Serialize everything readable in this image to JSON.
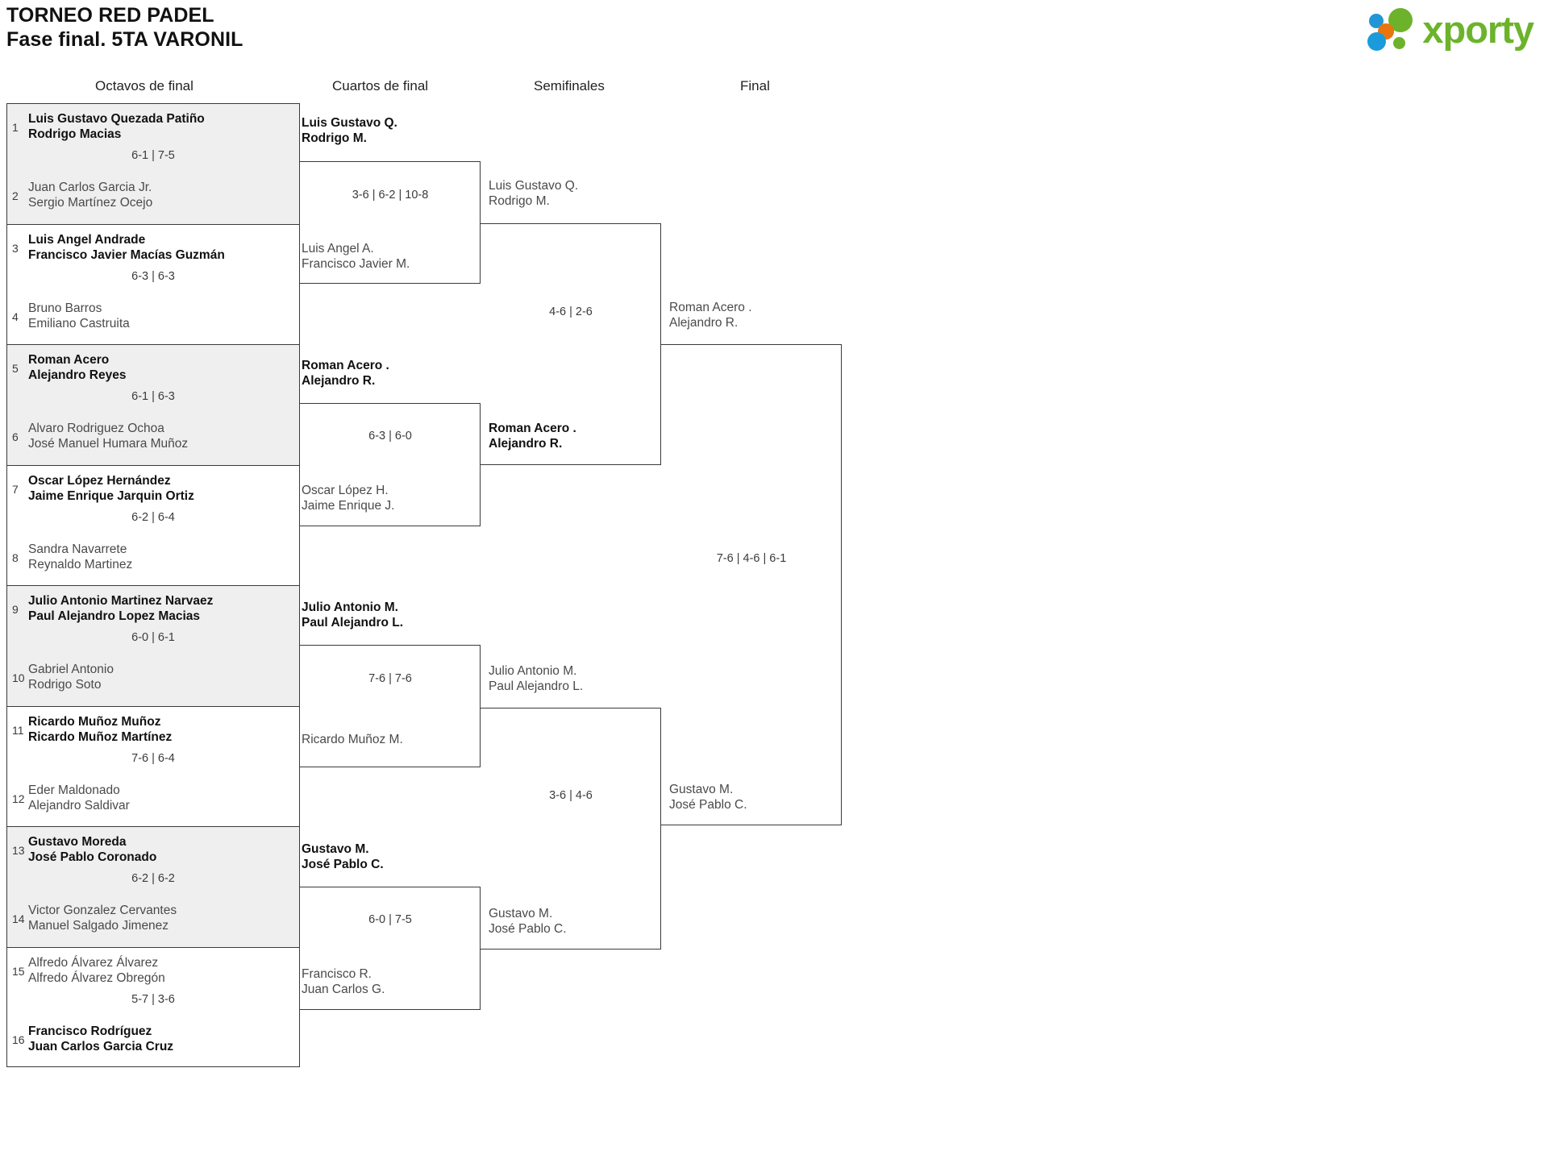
{
  "header": {
    "title_line1": "TORNEO RED PADEL",
    "title_line2": "Fase final. 5TA VARONIL",
    "logo_text": "xporty"
  },
  "rounds": [
    {
      "label": "Octavos de final"
    },
    {
      "label": "Cuartos de final"
    },
    {
      "label": "Semifinales"
    },
    {
      "label": "Final"
    }
  ],
  "round1": [
    {
      "shaded": true,
      "top": {
        "seed": "1",
        "p1": "Luis Gustavo Quezada Patiño",
        "p2": "Rodrigo Macias",
        "winner": true
      },
      "bottom": {
        "seed": "2",
        "p1": "Juan Carlos Garcia Jr.",
        "p2": "Sergio Martínez Ocejo",
        "winner": false
      },
      "score": "6-1 | 7-5"
    },
    {
      "shaded": false,
      "top": {
        "seed": "3",
        "p1": "Luis Angel Andrade",
        "p2": "Francisco Javier Macías Guzmán",
        "winner": true
      },
      "bottom": {
        "seed": "4",
        "p1": "Bruno Barros",
        "p2": "Emiliano Castruita",
        "winner": false
      },
      "score": "6-3 | 6-3"
    },
    {
      "shaded": true,
      "top": {
        "seed": "5",
        "p1": "Roman Acero",
        "p2": "Alejandro Reyes",
        "winner": true
      },
      "bottom": {
        "seed": "6",
        "p1": "Alvaro Rodriguez Ochoa",
        "p2": "José Manuel Humara Muñoz",
        "winner": false
      },
      "score": "6-1 | 6-3"
    },
    {
      "shaded": false,
      "top": {
        "seed": "7",
        "p1": "Oscar López Hernández",
        "p2": "Jaime Enrique Jarquin Ortiz",
        "winner": true
      },
      "bottom": {
        "seed": "8",
        "p1": "Sandra Navarrete",
        "p2": "Reynaldo Martinez",
        "winner": false
      },
      "score": "6-2 | 6-4"
    },
    {
      "shaded": true,
      "top": {
        "seed": "9",
        "p1": "Julio Antonio Martinez Narvaez",
        "p2": "Paul Alejandro Lopez Macias",
        "winner": true
      },
      "bottom": {
        "seed": "10",
        "p1": "Gabriel Antonio",
        "p2": "Rodrigo Soto",
        "winner": false
      },
      "score": "6-0 | 6-1"
    },
    {
      "shaded": false,
      "top": {
        "seed": "11",
        "p1": "Ricardo Muñoz Muñoz",
        "p2": "Ricardo Muñoz Martínez",
        "winner": true
      },
      "bottom": {
        "seed": "12",
        "p1": "Eder Maldonado",
        "p2": "Alejandro Saldivar",
        "winner": false
      },
      "score": "7-6 | 6-4"
    },
    {
      "shaded": true,
      "top": {
        "seed": "13",
        "p1": "Gustavo Moreda",
        "p2": "José Pablo Coronado",
        "winner": true
      },
      "bottom": {
        "seed": "14",
        "p1": "Victor Gonzalez Cervantes",
        "p2": "Manuel Salgado Jimenez",
        "winner": false
      },
      "score": "6-2 | 6-2"
    },
    {
      "shaded": false,
      "top": {
        "seed": "15",
        "p1": "Alfredo Álvarez Álvarez",
        "p2": "Alfredo Álvarez Obregón",
        "winner": false
      },
      "bottom": {
        "seed": "16",
        "p1": "Francisco Rodríguez",
        "p2": "Juan Carlos Garcia Cruz",
        "winner": true
      },
      "score": "5-7 | 3-6"
    }
  ],
  "round2": [
    {
      "top": {
        "p1": "Luis Gustavo Q.",
        "p2": "Rodrigo M.",
        "winner": true
      },
      "bottom": {
        "p1": "Luis Angel A.",
        "p2": "Francisco Javier M.",
        "winner": false
      },
      "score": "3-6 | 6-2 | 10-8"
    },
    {
      "top": {
        "p1": "Roman Acero .",
        "p2": "Alejandro R.",
        "winner": true
      },
      "bottom": {
        "p1": "Oscar López H.",
        "p2": "Jaime Enrique J.",
        "winner": false
      },
      "score": "6-3 | 6-0"
    },
    {
      "top": {
        "p1": "Julio Antonio M.",
        "p2": "Paul Alejandro L.",
        "winner": true
      },
      "bottom": {
        "p1": "Ricardo Muñoz M.",
        "p2": "",
        "winner": false
      },
      "score": "7-6 | 7-6"
    },
    {
      "top": {
        "p1": "Gustavo M.",
        "p2": "José Pablo C.",
        "winner": true
      },
      "bottom": {
        "p1": "Francisco R.",
        "p2": "Juan Carlos G.",
        "winner": false
      },
      "score": "6-0 | 7-5"
    }
  ],
  "round3": [
    {
      "top": {
        "p1": "Luis Gustavo Q.",
        "p2": "Rodrigo M.",
        "winner": false
      },
      "bottom": {
        "p1": "Roman Acero .",
        "p2": "Alejandro R.",
        "winner": true
      },
      "score": "4-6 | 2-6"
    },
    {
      "top": {
        "p1": "Julio Antonio M.",
        "p2": "Paul Alejandro L.",
        "winner": false
      },
      "bottom": {
        "p1": "Gustavo M.",
        "p2": "José Pablo C.",
        "winner": true
      },
      "score": "3-6 | 4-6"
    }
  ],
  "round4": [
    {
      "top": {
        "p1": "Roman Acero .",
        "p2": "Alejandro R.",
        "winner": false
      },
      "bottom": {
        "p1": "Gustavo M.",
        "p2": "José Pablo C.",
        "winner": false
      },
      "score": "7-6 | 4-6 | 6-1"
    }
  ]
}
